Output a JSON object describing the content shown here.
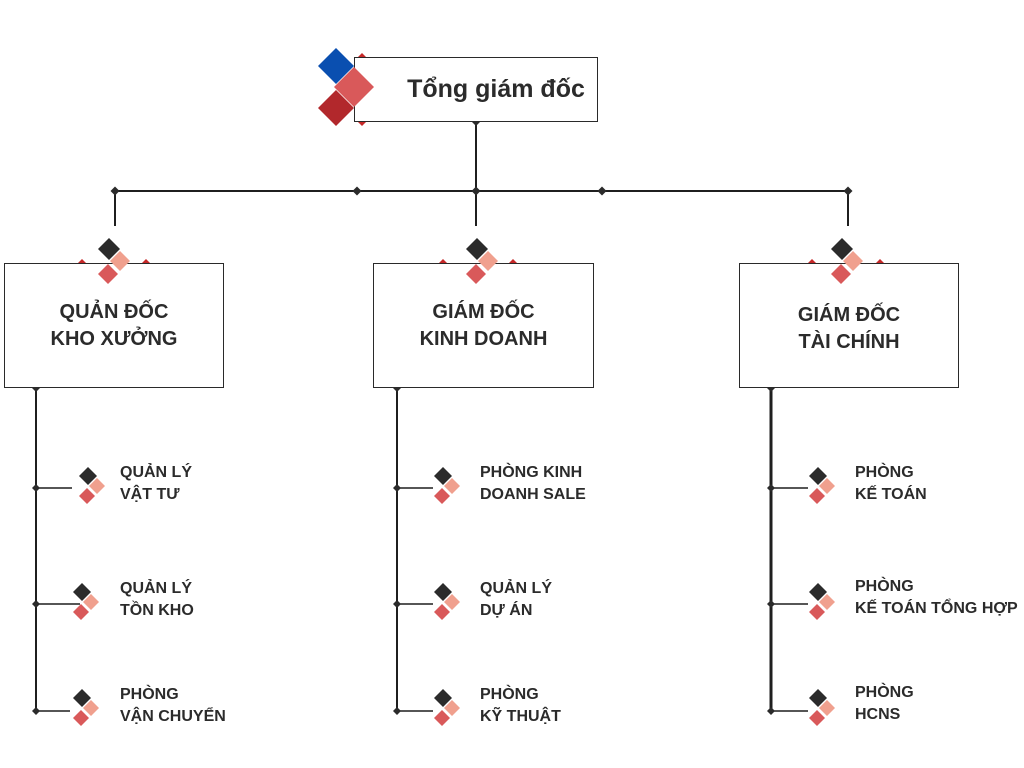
{
  "ceo": {
    "title": "Tổng giám đốc",
    "icon": "diamond-logo-icon"
  },
  "managers": [
    {
      "line1": "QUẢN ĐỐC",
      "line2": "KHO XƯỞNG",
      "icon": "diamond-cluster-icon",
      "departments": [
        {
          "line1": "QUẢN LÝ",
          "line2": "VẬT TƯ"
        },
        {
          "line1": "QUẢN LÝ",
          "line2": "TỒN KHO"
        },
        {
          "line1": "PHÒNG",
          "line2": "VẬN CHUYỂN"
        }
      ]
    },
    {
      "line1": "GIÁM ĐỐC",
      "line2": "KINH DOANH",
      "icon": "diamond-cluster-icon",
      "departments": [
        {
          "line1": "PHÒNG KINH",
          "line2": "DOANH SALE"
        },
        {
          "line1": "QUẢN LÝ",
          "line2": "DỰ ÁN"
        },
        {
          "line1": "PHÒNG",
          "line2": "KỸ THUẬT"
        }
      ]
    },
    {
      "line1": "GIÁM ĐỐC",
      "line2": "TÀI CHÍNH",
      "icon": "diamond-cluster-icon",
      "departments": [
        {
          "line1": "PHÒNG",
          "line2": "KẾ TOÁN"
        },
        {
          "line1": "PHÒNG",
          "line2": "KẾ TOÁN TỔNG HỢP"
        },
        {
          "line1": "PHÒNG",
          "line2": "HCNS"
        }
      ]
    }
  ],
  "colors": {
    "dark": "#2b2b2b",
    "blue": "#0a4fb0",
    "red": "#d9595a",
    "dark_red": "#b2282c",
    "salmon": "#f0a08e",
    "line": "#1f1f1f",
    "dot_red": "#c62828"
  }
}
